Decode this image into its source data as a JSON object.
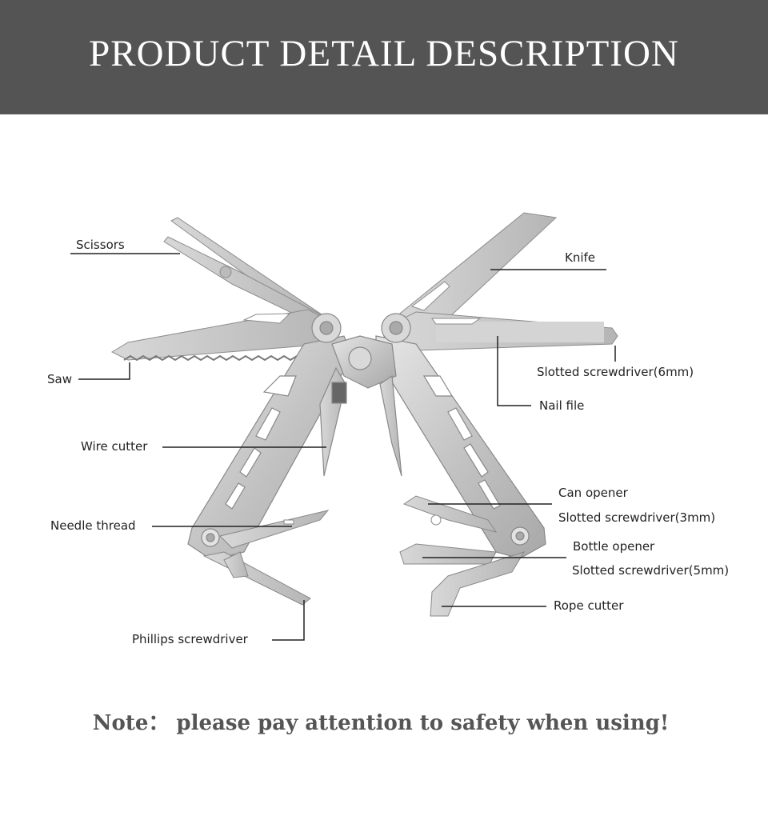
{
  "header": {
    "title": "PRODUCT DETAIL DESCRIPTION"
  },
  "colors": {
    "header_bg": "#545454",
    "metal": "#c9c9c9",
    "metal_dark": "#9a9a9a",
    "line": "#222222"
  },
  "labels": {
    "scissors": "Scissors",
    "saw": "Saw",
    "wire_cutter": "Wire cutter",
    "needle_thread": "Needle thread",
    "phillips": "Phillips screwdriver",
    "knife": "Knife",
    "slotted_6mm": "Slotted screwdriver(6mm)",
    "nail_file": "Nail file",
    "can_opener": "Can opener",
    "slotted_3mm": "Slotted screwdriver(3mm)",
    "bottle_opener": "Bottle opener",
    "slotted_5mm": "Slotted screwdriver(5mm)",
    "rope_cutter": "Rope cutter"
  },
  "note": {
    "text": "Note： please pay attention to safety when using!"
  }
}
